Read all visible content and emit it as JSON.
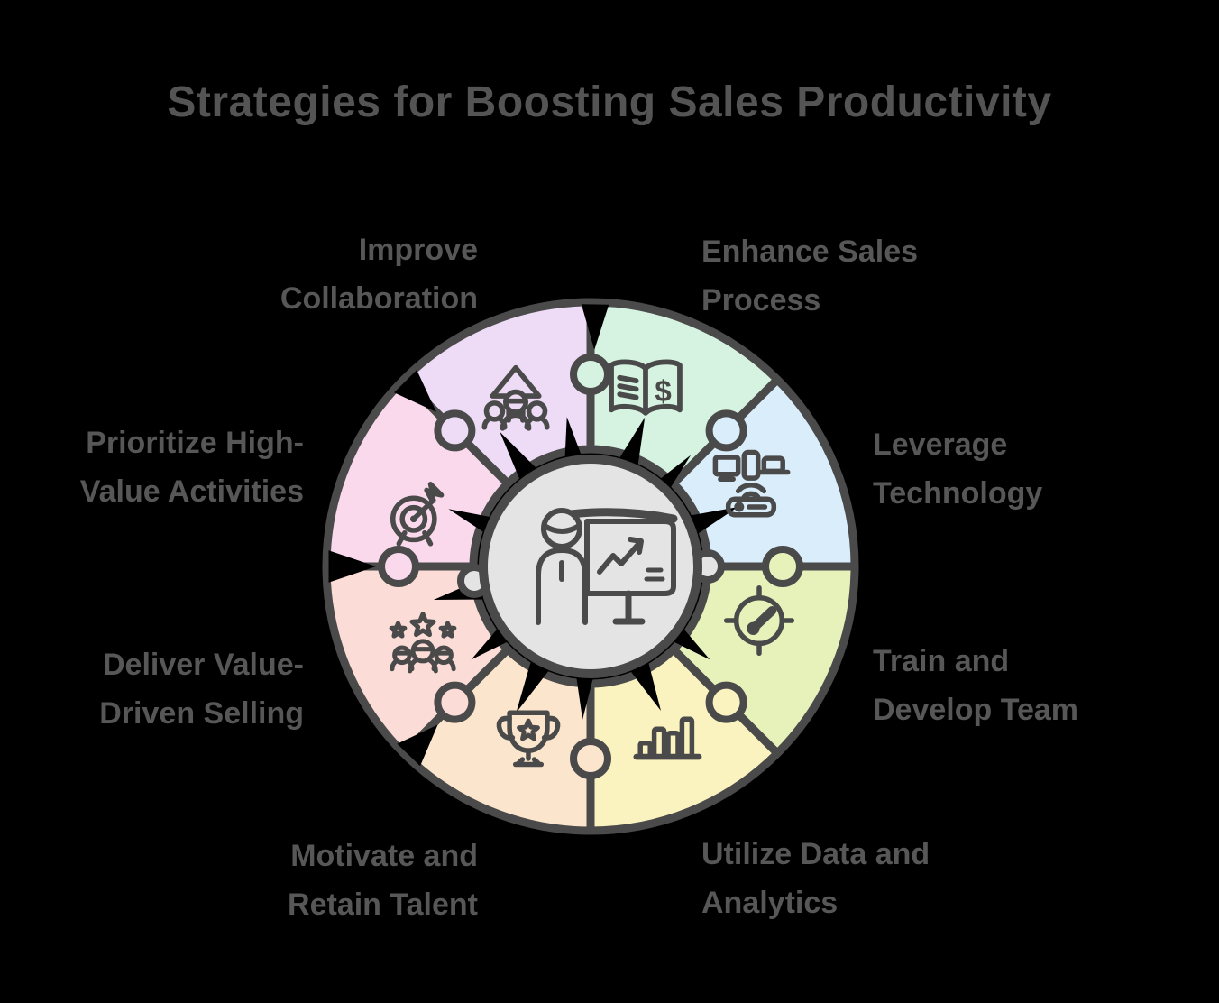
{
  "title": "Strategies for Boosting Sales Productivity",
  "colors": {
    "background": "#000000",
    "outline": "#4a4a4a",
    "text": "#575757",
    "center_fill": "#e4e4e4"
  },
  "glyphs": {
    "dollar": "$"
  },
  "center": {
    "name": "presenter-at-growth-chart"
  },
  "segments": [
    {
      "label": "Improve\nCollaboration",
      "icon": "team-growth-arrow-icon",
      "color": "#eedcf7"
    },
    {
      "label": "Enhance Sales\nProcess",
      "icon": "sales-playbook-icon",
      "color": "#d6f3e1"
    },
    {
      "label": "Leverage\nTechnology",
      "icon": "devices-network-icon",
      "color": "#d9edfb"
    },
    {
      "label": "Train and\nDevelop Team",
      "icon": "gauge-target-icon",
      "color": "#e6f2ba"
    },
    {
      "label": "Utilize Data and\nAnalytics",
      "icon": "bar-chart-icon",
      "color": "#faf3bf"
    },
    {
      "label": "Motivate and\nRetain Talent",
      "icon": "trophy-star-icon",
      "color": "#fbe5cd"
    },
    {
      "label": "Deliver Value-\nDriven Selling",
      "icon": "customer-rating-stars-icon",
      "color": "#fcdcd6"
    },
    {
      "label": "Prioritize High-\nValue Activities",
      "icon": "target-dart-icon",
      "color": "#fbd9ec"
    }
  ]
}
